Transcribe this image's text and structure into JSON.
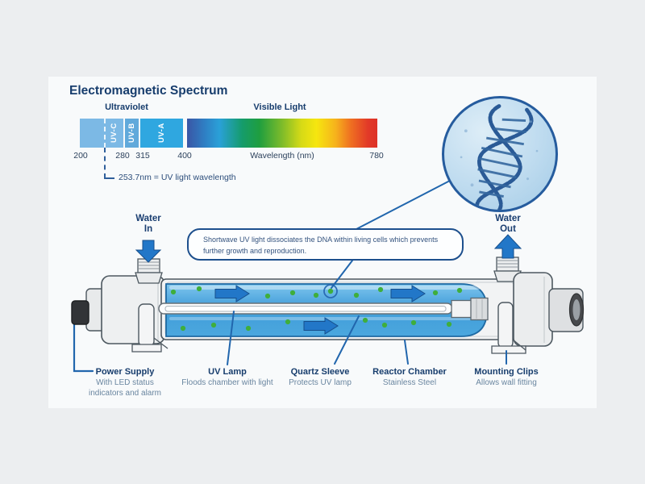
{
  "spectrum": {
    "title": "Electromagnetic Spectrum",
    "uv_label": "Ultraviolet",
    "visible_label": "Visible Light",
    "band_uvc": "UV-C",
    "band_uvb": "UV-B",
    "band_uva": "UV-A",
    "tick_200": "200",
    "tick_280": "280",
    "tick_315": "315",
    "tick_400": "400",
    "tick_780": "780",
    "axis_label": "Wavelength (nm)",
    "note": "253.7nm = UV light wavelength"
  },
  "dna_callout": "Shortwave UV light dissociates the DNA within living cells which prevents further growth and reproduction.",
  "flow": {
    "water_in_1": "Water",
    "water_in_2": "In",
    "water_out_1": "Water",
    "water_out_2": "Out"
  },
  "parts": {
    "power_title": "Power Supply",
    "power_desc": "With LED status indicators and alarm",
    "lamp_title": "UV Lamp",
    "lamp_desc": "Floods chamber with light",
    "sleeve_title": "Quartz Sleeve",
    "sleeve_desc": "Protects UV lamp",
    "chamber_title": "Reactor Chamber",
    "chamber_desc": "Stainless Steel",
    "clips_title": "Mounting Clips",
    "clips_desc": "Allows wall fitting"
  },
  "colors": {
    "accent_navy": "#173d6d",
    "water_blue": "#4aa4dc",
    "uva_blue": "#2fa7e0",
    "germ_green": "#3fae3c",
    "arrow_blue": "#2277c8"
  }
}
